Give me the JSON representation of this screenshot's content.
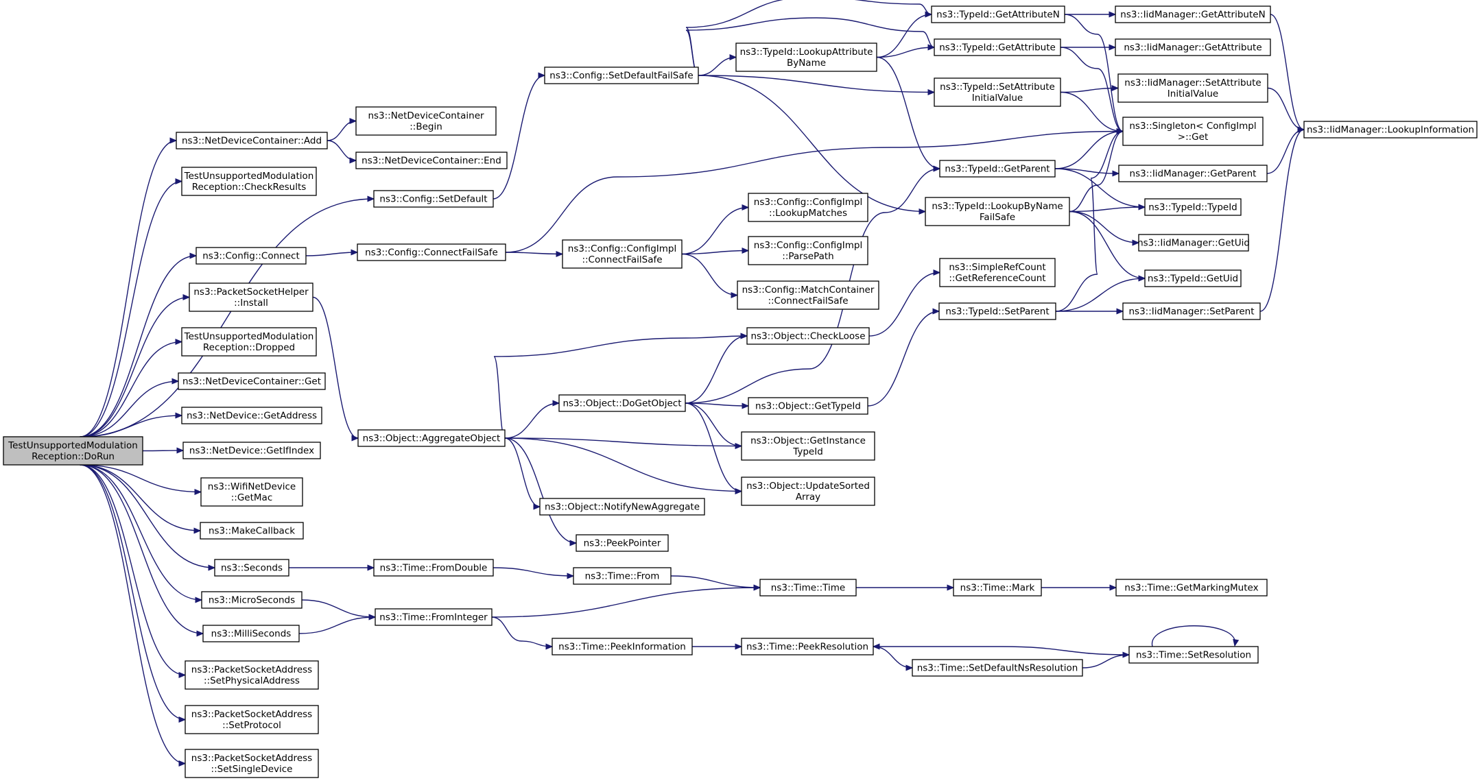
{
  "colors": {
    "edge": "#191970",
    "node_border": "#000000",
    "root_fill": "#bfbfbf",
    "node_fill": "#ffffff"
  },
  "nodes": [
    {
      "id": "root",
      "lines": [
        "TestUnsupportedModulation",
        "Reception::DoRun"
      ]
    },
    {
      "id": "ndc_add",
      "lines": [
        "ns3::NetDeviceContainer::Add"
      ]
    },
    {
      "id": "ndc_begin",
      "lines": [
        "ns3::NetDeviceContainer",
        "::Begin"
      ]
    },
    {
      "id": "ndc_end",
      "lines": [
        "ns3::NetDeviceContainer::End"
      ]
    },
    {
      "id": "check_results",
      "lines": [
        "TestUnsupportedModulation",
        "Reception::CheckResults"
      ]
    },
    {
      "id": "cfg_setdefault",
      "lines": [
        "ns3::Config::SetDefault"
      ]
    },
    {
      "id": "cfg_setdefaultfs",
      "lines": [
        "ns3::Config::SetDefaultFailSafe"
      ]
    },
    {
      "id": "tid_getattrn",
      "lines": [
        "ns3::TypeId::GetAttributeN"
      ]
    },
    {
      "id": "iid_getattrn",
      "lines": [
        "ns3::IidManager::GetAttributeN"
      ]
    },
    {
      "id": "tid_lookupattr",
      "lines": [
        "ns3::TypeId::LookupAttribute",
        "ByName"
      ]
    },
    {
      "id": "tid_getattr",
      "lines": [
        "ns3::TypeId::GetAttribute"
      ]
    },
    {
      "id": "iid_getattr",
      "lines": [
        "ns3::IidManager::GetAttribute"
      ]
    },
    {
      "id": "tid_setattrinit",
      "lines": [
        "ns3::TypeId::SetAttribute",
        "InitialValue"
      ]
    },
    {
      "id": "iid_setattrinit",
      "lines": [
        "ns3::IidManager::SetAttribute",
        "InitialValue"
      ]
    },
    {
      "id": "singleton_get",
      "lines": [
        "ns3::Singleton< ConfigImpl",
        " >::Get"
      ]
    },
    {
      "id": "iid_lookupinfo",
      "lines": [
        "ns3::IidManager::LookupInformation"
      ]
    },
    {
      "id": "tid_getparent",
      "lines": [
        "ns3::TypeId::GetParent"
      ]
    },
    {
      "id": "iid_getparent",
      "lines": [
        "ns3::IidManager::GetParent"
      ]
    },
    {
      "id": "tid_lookupbyname",
      "lines": [
        "ns3::TypeId::LookupByName",
        "FailSafe"
      ]
    },
    {
      "id": "tid_typeid",
      "lines": [
        "ns3::TypeId::TypeId"
      ]
    },
    {
      "id": "iid_getuid",
      "lines": [
        "ns3::IidManager::GetUid"
      ]
    },
    {
      "id": "tid_getuid",
      "lines": [
        "ns3::TypeId::GetUid"
      ]
    },
    {
      "id": "tid_setparent",
      "lines": [
        "ns3::TypeId::SetParent"
      ]
    },
    {
      "id": "iid_setparent",
      "lines": [
        "ns3::IidManager::SetParent"
      ]
    },
    {
      "id": "cfg_connect",
      "lines": [
        "ns3::Config::Connect"
      ]
    },
    {
      "id": "cfg_connectfs",
      "lines": [
        "ns3::Config::ConnectFailSafe"
      ]
    },
    {
      "id": "cfgimpl_connectfs",
      "lines": [
        "ns3::Config::ConfigImpl",
        "::ConnectFailSafe"
      ]
    },
    {
      "id": "cfgimpl_lookup",
      "lines": [
        "ns3::Config::ConfigImpl",
        "::LookupMatches"
      ]
    },
    {
      "id": "cfgimpl_parse",
      "lines": [
        "ns3::Config::ConfigImpl",
        "::ParsePath"
      ]
    },
    {
      "id": "matchcont_connectfs",
      "lines": [
        "ns3::Config::MatchContainer",
        "::ConnectFailSafe"
      ]
    },
    {
      "id": "simplerefcount",
      "lines": [
        "ns3::SimpleRefCount",
        "::GetReferenceCount"
      ]
    },
    {
      "id": "psh_install",
      "lines": [
        "ns3::PacketSocketHelper",
        "::Install"
      ]
    },
    {
      "id": "dropped",
      "lines": [
        "TestUnsupportedModulation",
        "Reception::Dropped"
      ]
    },
    {
      "id": "obj_checkloose",
      "lines": [
        "ns3::Object::CheckLoose"
      ]
    },
    {
      "id": "ndc_get",
      "lines": [
        "ns3::NetDeviceContainer::Get"
      ]
    },
    {
      "id": "obj_dogetobject",
      "lines": [
        "ns3::Object::DoGetObject"
      ]
    },
    {
      "id": "obj_gettypeid",
      "lines": [
        "ns3::Object::GetTypeId"
      ]
    },
    {
      "id": "nd_getaddress",
      "lines": [
        "ns3::NetDevice::GetAddress"
      ]
    },
    {
      "id": "obj_aggregate",
      "lines": [
        "ns3::Object::AggregateObject"
      ]
    },
    {
      "id": "obj_getinstance",
      "lines": [
        "ns3::Object::GetInstance",
        "TypeId"
      ]
    },
    {
      "id": "nd_getifindex",
      "lines": [
        "ns3::NetDevice::GetIfIndex"
      ]
    },
    {
      "id": "wifi_getmac",
      "lines": [
        "ns3::WifiNetDevice",
        "::GetMac"
      ]
    },
    {
      "id": "obj_updatesorted",
      "lines": [
        "ns3::Object::UpdateSorted",
        "Array"
      ]
    },
    {
      "id": "obj_notifynew",
      "lines": [
        "ns3::Object::NotifyNewAggregate"
      ]
    },
    {
      "id": "makecallback",
      "lines": [
        "ns3::MakeCallback"
      ]
    },
    {
      "id": "peekpointer",
      "lines": [
        "ns3::PeekPointer"
      ]
    },
    {
      "id": "seconds",
      "lines": [
        "ns3::Seconds"
      ]
    },
    {
      "id": "time_fromdouble",
      "lines": [
        "ns3::Time::FromDouble"
      ]
    },
    {
      "id": "time_from",
      "lines": [
        "ns3::Time::From"
      ]
    },
    {
      "id": "time_time",
      "lines": [
        "ns3::Time::Time"
      ]
    },
    {
      "id": "time_mark",
      "lines": [
        "ns3::Time::Mark"
      ]
    },
    {
      "id": "time_getmarkingmutex",
      "lines": [
        "ns3::Time::GetMarkingMutex"
      ]
    },
    {
      "id": "microseconds",
      "lines": [
        "ns3::MicroSeconds"
      ]
    },
    {
      "id": "time_frominteger",
      "lines": [
        "ns3::Time::FromInteger"
      ]
    },
    {
      "id": "milliseconds",
      "lines": [
        "ns3::MilliSeconds"
      ]
    },
    {
      "id": "time_peekinfo",
      "lines": [
        "ns3::Time::PeekInformation"
      ]
    },
    {
      "id": "time_peekres",
      "lines": [
        "ns3::Time::PeekResolution"
      ]
    },
    {
      "id": "time_setres",
      "lines": [
        "ns3::Time::SetResolution"
      ]
    },
    {
      "id": "time_setdefaultns",
      "lines": [
        "ns3::Time::SetDefaultNsResolution"
      ]
    },
    {
      "id": "psa_setphys",
      "lines": [
        "ns3::PacketSocketAddress",
        "::SetPhysicalAddress"
      ]
    },
    {
      "id": "psa_setproto",
      "lines": [
        "ns3::PacketSocketAddress",
        "::SetProtocol"
      ]
    },
    {
      "id": "psa_setsingle",
      "lines": [
        "ns3::PacketSocketAddress",
        "::SetSingleDevice"
      ]
    }
  ],
  "edges": [
    [
      "root",
      "ndc_add"
    ],
    [
      "root",
      "check_results"
    ],
    [
      "root",
      "cfg_setdefault"
    ],
    [
      "root",
      "cfg_connect"
    ],
    [
      "root",
      "psh_install"
    ],
    [
      "root",
      "dropped"
    ],
    [
      "root",
      "ndc_get"
    ],
    [
      "root",
      "nd_getaddress"
    ],
    [
      "root",
      "nd_getifindex"
    ],
    [
      "root",
      "wifi_getmac"
    ],
    [
      "root",
      "makecallback"
    ],
    [
      "root",
      "seconds"
    ],
    [
      "root",
      "microseconds"
    ],
    [
      "root",
      "milliseconds"
    ],
    [
      "root",
      "psa_setphys"
    ],
    [
      "root",
      "psa_setproto"
    ],
    [
      "root",
      "psa_setsingle"
    ],
    [
      "ndc_add",
      "ndc_begin"
    ],
    [
      "ndc_add",
      "ndc_end"
    ],
    [
      "cfg_setdefault",
      "cfg_setdefaultfs"
    ],
    [
      "cfg_setdefaultfs",
      "tid_getattrn"
    ],
    [
      "cfg_setdefaultfs",
      "tid_lookupattr"
    ],
    [
      "cfg_setdefaultfs",
      "tid_getattr"
    ],
    [
      "cfg_setdefaultfs",
      "tid_setattrinit"
    ],
    [
      "cfg_setdefaultfs",
      "tid_lookupbyname"
    ],
    [
      "tid_lookupattr",
      "tid_getattrn"
    ],
    [
      "tid_lookupattr",
      "tid_getattr"
    ],
    [
      "tid_lookupattr",
      "tid_getparent"
    ],
    [
      "tid_getattrn",
      "iid_getattrn"
    ],
    [
      "tid_getattrn",
      "singleton_get"
    ],
    [
      "tid_getattr",
      "iid_getattr"
    ],
    [
      "tid_getattr",
      "singleton_get"
    ],
    [
      "tid_setattrinit",
      "iid_setattrinit"
    ],
    [
      "tid_setattrinit",
      "singleton_get"
    ],
    [
      "iid_getattrn",
      "iid_lookupinfo"
    ],
    [
      "iid_setattrinit",
      "iid_lookupinfo"
    ],
    [
      "iid_getparent",
      "iid_lookupinfo"
    ],
    [
      "iid_setparent",
      "iid_lookupinfo"
    ],
    [
      "tid_getparent",
      "singleton_get"
    ],
    [
      "tid_getparent",
      "iid_getparent"
    ],
    [
      "tid_getparent",
      "tid_typeid"
    ],
    [
      "tid_lookupbyname",
      "singleton_get"
    ],
    [
      "tid_lookupbyname",
      "tid_typeid"
    ],
    [
      "tid_lookupbyname",
      "iid_getuid"
    ],
    [
      "tid_lookupbyname",
      "tid_getuid"
    ],
    [
      "tid_setparent",
      "singleton_get"
    ],
    [
      "tid_setparent",
      "tid_getuid"
    ],
    [
      "tid_setparent",
      "iid_setparent"
    ],
    [
      "cfg_connect",
      "cfg_connectfs"
    ],
    [
      "cfg_connectfs",
      "singleton_get"
    ],
    [
      "cfg_connectfs",
      "cfgimpl_connectfs"
    ],
    [
      "cfgimpl_connectfs",
      "cfgimpl_lookup"
    ],
    [
      "cfgimpl_connectfs",
      "cfgimpl_parse"
    ],
    [
      "cfgimpl_connectfs",
      "matchcont_connectfs"
    ],
    [
      "psh_install",
      "obj_aggregate"
    ],
    [
      "obj_aggregate",
      "obj_checkloose"
    ],
    [
      "obj_aggregate",
      "obj_dogetobject"
    ],
    [
      "obj_aggregate",
      "obj_getinstance"
    ],
    [
      "obj_aggregate",
      "obj_updatesorted"
    ],
    [
      "obj_aggregate",
      "obj_notifynew"
    ],
    [
      "obj_aggregate",
      "peekpointer"
    ],
    [
      "obj_checkloose",
      "simplerefcount"
    ],
    [
      "obj_dogetobject",
      "obj_checkloose"
    ],
    [
      "obj_dogetobject",
      "tid_getparent"
    ],
    [
      "obj_dogetobject",
      "obj_gettypeid"
    ],
    [
      "obj_dogetobject",
      "obj_getinstance"
    ],
    [
      "obj_dogetobject",
      "obj_updatesorted"
    ],
    [
      "obj_gettypeid",
      "tid_setparent"
    ],
    [
      "seconds",
      "time_fromdouble"
    ],
    [
      "time_fromdouble",
      "time_from"
    ],
    [
      "time_from",
      "time_time"
    ],
    [
      "time_time",
      "time_mark"
    ],
    [
      "time_mark",
      "time_getmarkingmutex"
    ],
    [
      "microseconds",
      "time_frominteger"
    ],
    [
      "milliseconds",
      "time_frominteger"
    ],
    [
      "time_frominteger",
      "time_time"
    ],
    [
      "time_frominteger",
      "time_peekinfo"
    ],
    [
      "time_peekinfo",
      "time_peekres"
    ],
    [
      "time_peekres",
      "time_setdefaultns"
    ],
    [
      "time_setdefaultns",
      "time_setres"
    ],
    [
      "time_setres",
      "time_peekres"
    ],
    [
      "time_setres",
      "time_setres"
    ]
  ]
}
